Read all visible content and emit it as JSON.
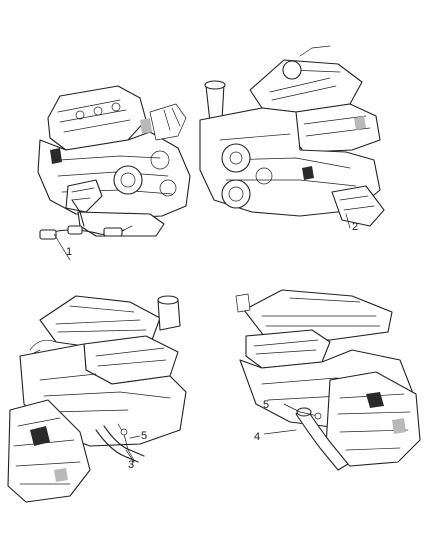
{
  "callouts": {
    "c1": "1",
    "c2": "2",
    "c3": "3",
    "c4": "4",
    "c5a": "5",
    "c5b": "5"
  },
  "colors": {
    "line": "#222222",
    "background": "#ffffff"
  }
}
